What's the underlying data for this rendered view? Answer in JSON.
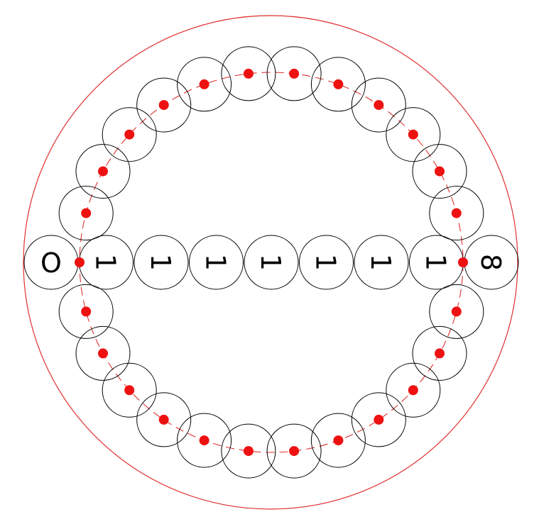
{
  "colors": {
    "outer_circle": "#e03030",
    "dashed_path": "#e03030",
    "dot": "#ee1111",
    "cell_stroke": "#000000",
    "background": "#ffffff"
  },
  "row": {
    "cells": [
      {
        "label": "O",
        "rotation": 0
      },
      {
        "label": "1",
        "rotation": 90
      },
      {
        "label": "1",
        "rotation": 90
      },
      {
        "label": "1",
        "rotation": 90
      },
      {
        "label": "1",
        "rotation": 90
      },
      {
        "label": "1",
        "rotation": 90
      },
      {
        "label": "1",
        "rotation": 90
      },
      {
        "label": "1",
        "rotation": 90
      },
      {
        "label": "8",
        "rotation": 90
      }
    ]
  },
  "ring": {
    "upper_count": 12,
    "lower_count": 12
  }
}
